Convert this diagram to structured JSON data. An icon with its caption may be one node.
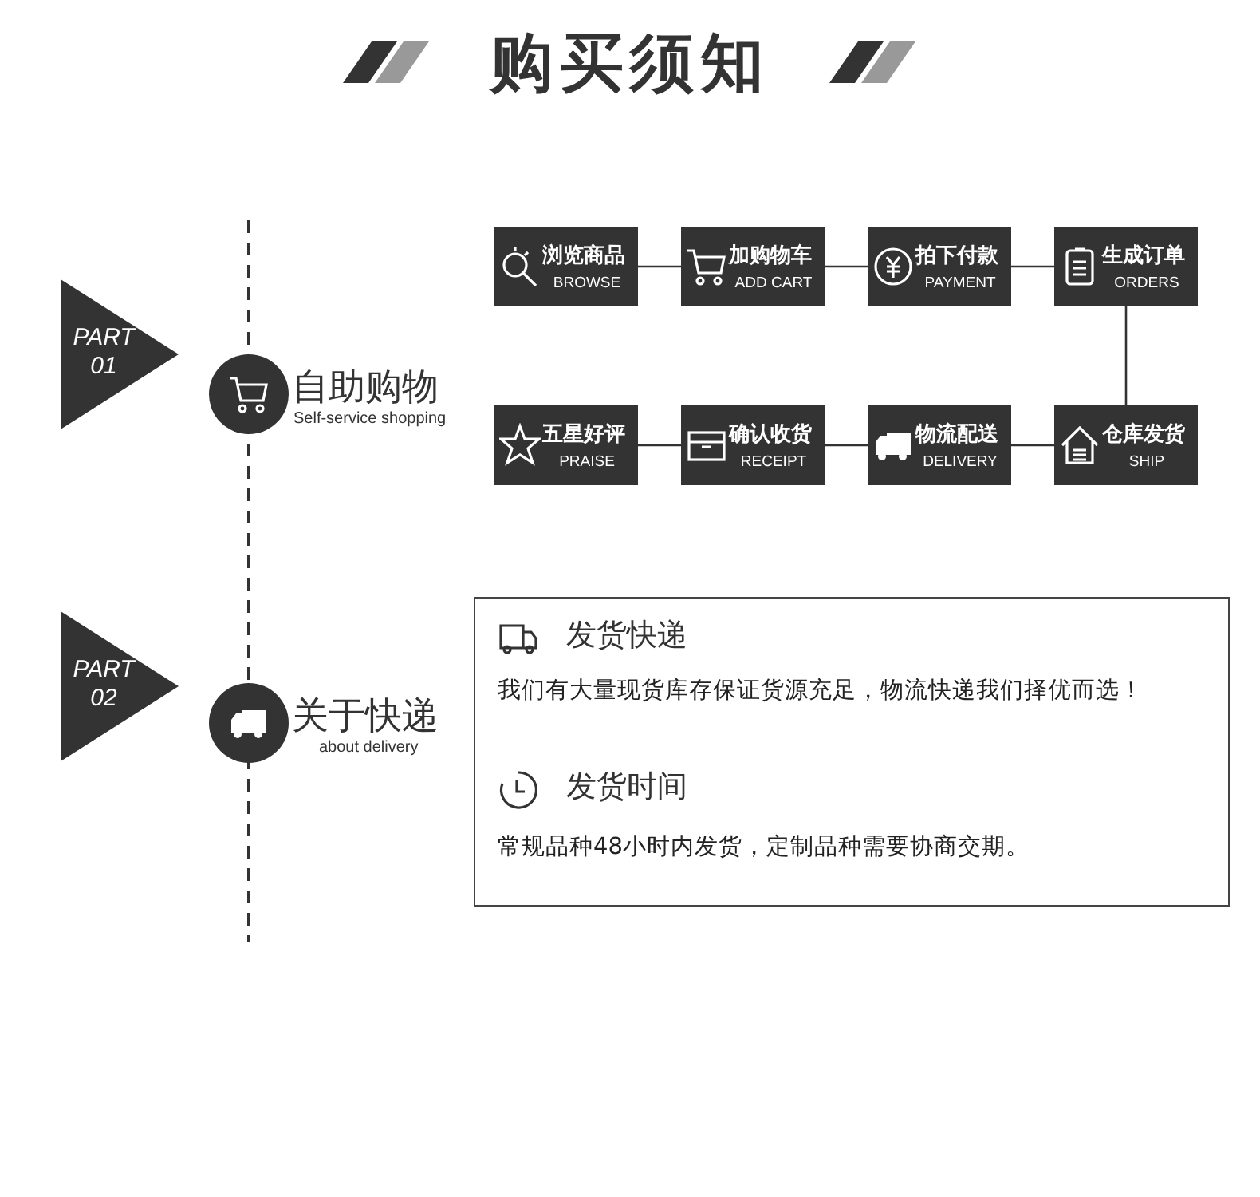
{
  "diagram": {
    "title": "购买须知",
    "nodes": [
      {
        "text": [
          "PART 01"
        ]
      },
      {
        "text": [
          "浏览商品",
          "BROWSE"
        ]
      },
      {
        "text": [
          "加购物车",
          "ADD CART"
        ]
      },
      {
        "text": [
          "拍下付款",
          "PAYMENT"
        ]
      },
      {
        "text": [
          "生成订单",
          "ORDERS"
        ]
      },
      {
        "text": [
          "五星好评",
          "PRAISE"
        ]
      },
      {
        "text": [
          "确认收货",
          "RECEIPT"
        ]
      },
      {
        "text": [
          "物流配送",
          "DELIVERY"
        ]
      },
      {
        "text": [
          "仓库发货",
          "SHIP"
        ]
      },
      {
        "text": [
          "PART 02"
        ]
      },
      {
        "text": [
          "发货快递",
          "我们有大量现货库存保证货源充足，物流快递我们择优而选！",
          "发货时间",
          "常规品种48小时内发货，定制品种需要协商交期。"
        ]
      }
    ],
    "edges": [
      {
        "from": 1,
        "to": 2,
        "arrow": "none"
      },
      {
        "from": 2,
        "to": 3,
        "arrow": "none"
      },
      {
        "from": 3,
        "to": 4,
        "arrow": "none"
      },
      {
        "from": 4,
        "to": 8,
        "arrow": "none"
      },
      {
        "from": 8,
        "to": 7,
        "arrow": "none"
      },
      {
        "from": 7,
        "to": 6,
        "arrow": "none"
      },
      {
        "from": 6,
        "to": 5,
        "arrow": "none"
      }
    ],
    "labels": [
      "自助购物",
      "Self-service shopping",
      "关于快递",
      "about delivery"
    ]
  }
}
